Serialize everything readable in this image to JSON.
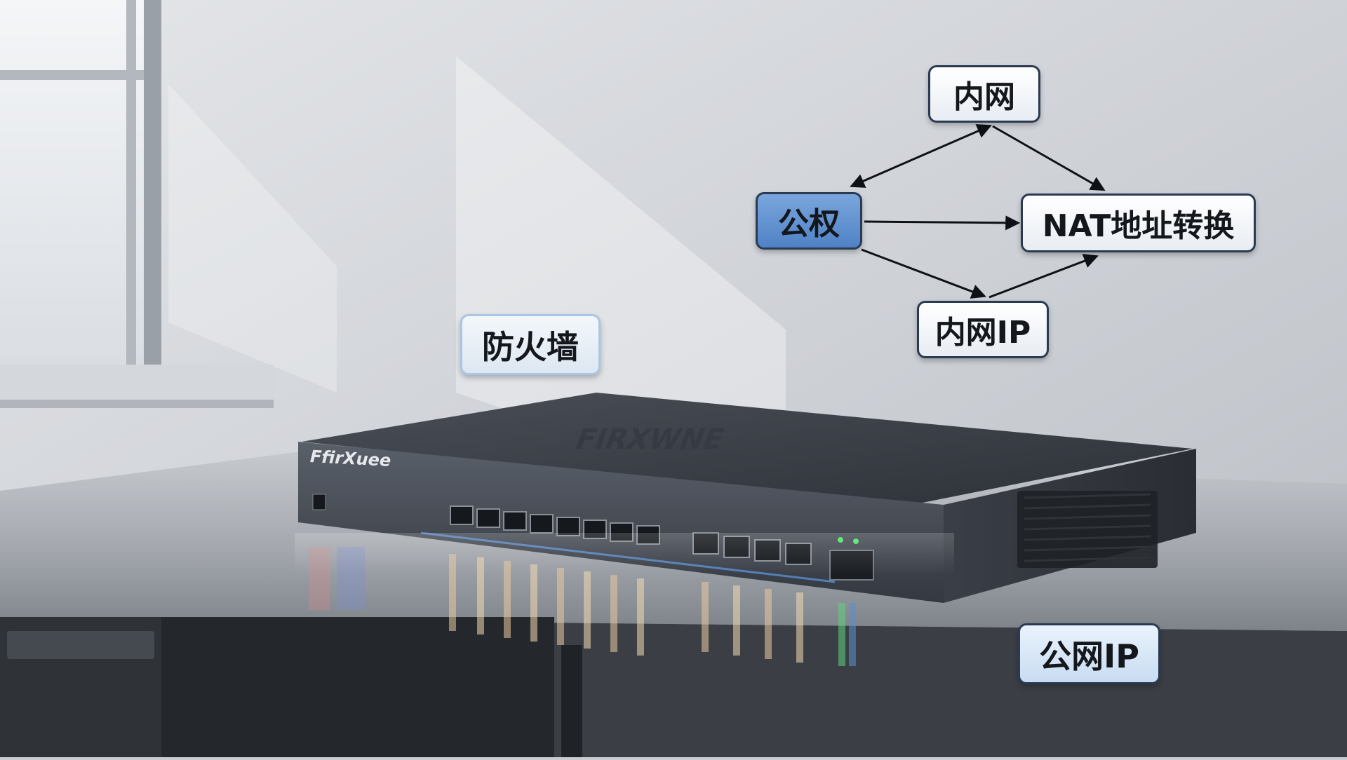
{
  "diagram": {
    "labels": {
      "intranet": "内网",
      "public_right": "公权",
      "nat": "NAT地址转换",
      "intranet_ip": "内网IP",
      "firewall": "防火墙",
      "public_ip": "公网IP"
    }
  },
  "device": {
    "brand_text": "FfirXuee"
  },
  "colors": {
    "accent_blue": "#5b8fd1",
    "label_border": "#2a3a52",
    "device_body": "#3a3f47",
    "wall": "#c9ccd1"
  }
}
